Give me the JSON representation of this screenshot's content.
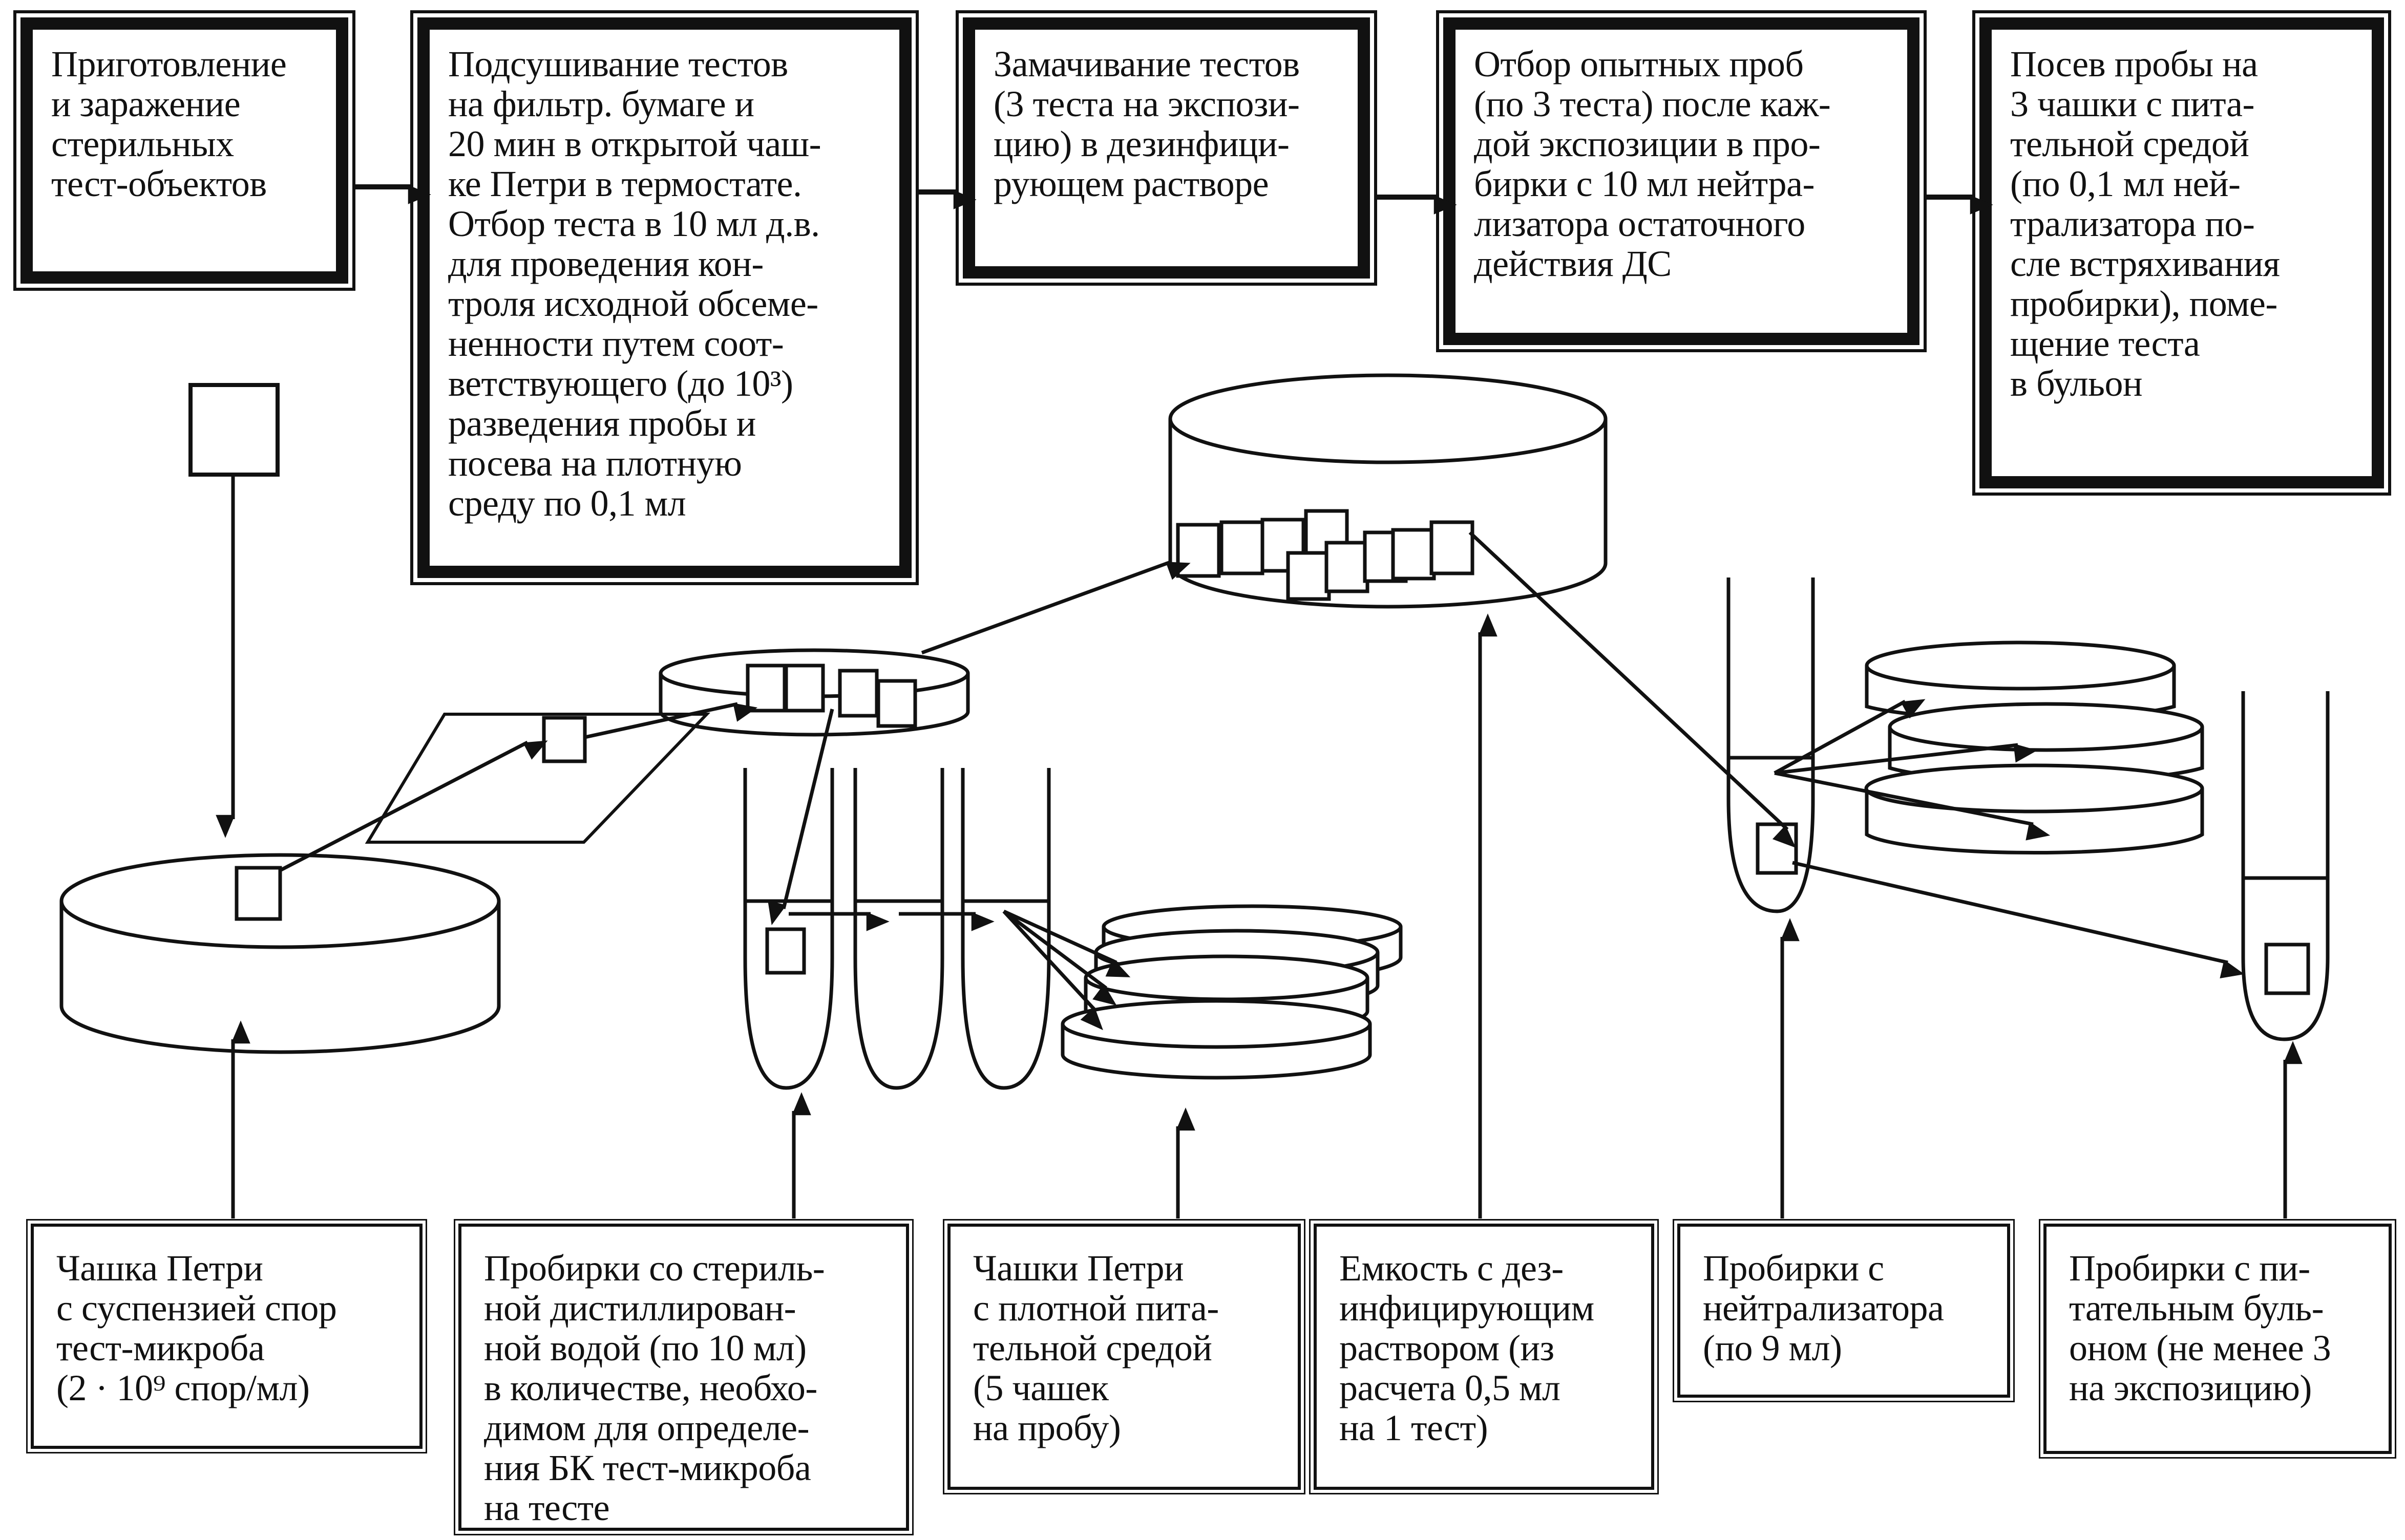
{
  "top_steps": [
    {
      "id": "step-1",
      "text": "Приготовление\nи заражение\nстерильных\nтест-объектов"
    },
    {
      "id": "step-2",
      "text": "Подсушивание тестов\nна фильтр. бумаге и\n20 мин в открытой чаш-\nке Петри в термостате.\nОтбор теста в 10 мл д.в.\nдля проведения кон-\nтроля исходной обсеме-\nненности путем соот-\nветствующего (до 10³)\nразведения пробы и\nпосева на плотную\nсреду по 0,1 мл"
    },
    {
      "id": "step-3",
      "text": "Замачивание тестов\n(3 теста на экспози-\nцию) в дезинфици-\nрующем растворе"
    },
    {
      "id": "step-4",
      "text": "Отбор опытных проб\n(по 3 теста) после каж-\nдой экспозиции в про-\nбирки с 10 мл нейтра-\nлизатора остаточного\nдействия ДС"
    },
    {
      "id": "step-5",
      "text": "Посев пробы на\n3 чашки с пита-\nтельной средой\n(по 0,1 мл ней-\nтрализатора по-\nсле встряхивания\nпробирки), поме-\nщение теста\nв бульон"
    }
  ],
  "bottom_labels": [
    {
      "id": "label-petri-suspension",
      "text": "Чашка Петри\nс суспензией спор\nтест-микроба\n(2 · 10⁹ спор/мл)"
    },
    {
      "id": "label-tubes-water",
      "text": "Пробирки со стериль-\nной дистиллирован-\nной водой (по 10 мл)\nв количестве, необхо-\nдимом для определе-\nния БК тест-микроба\nна тесте"
    },
    {
      "id": "label-petri-dense",
      "text": "Чашки Петри\nс плотной пита-\nтельной средой\n(5 чашек\nна пробу)"
    },
    {
      "id": "label-disinfectant-vessel",
      "text": "Емкость с дез-\nинфицирующим\nраствором (из\nрасчета 0,5 мл\nна 1 тест)"
    },
    {
      "id": "label-tubes-neutralizer",
      "text": "Пробирки с\nнейтрализатора\n(по 9 мл)"
    },
    {
      "id": "label-tubes-broth",
      "text": "Пробирки с пи-\nтательным буль-\nоном (не менее 3\nна экспозицию)"
    }
  ],
  "colors": {
    "ink": "#111111",
    "paper": "#ffffff"
  }
}
